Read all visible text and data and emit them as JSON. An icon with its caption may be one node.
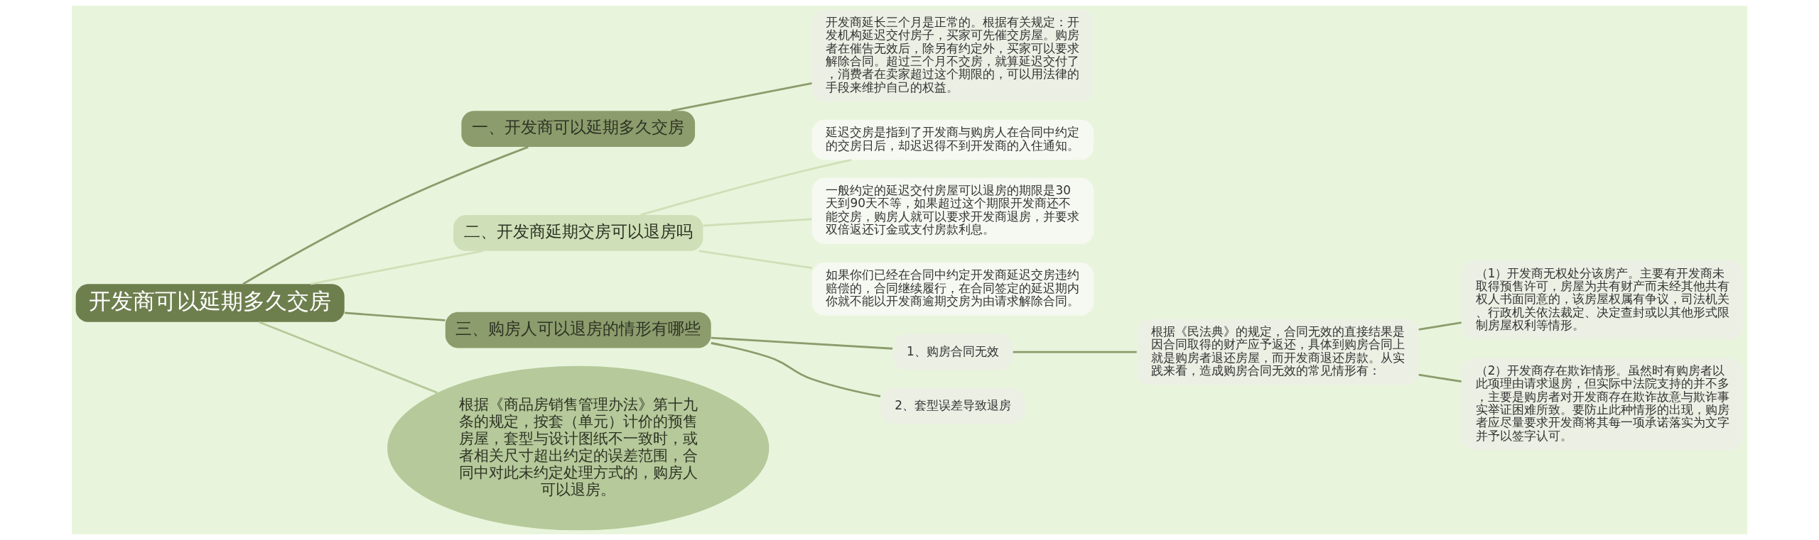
{
  "diagram": {
    "nodes": [
      {
        "text": [
          "开发商可以延期多久交房"
        ]
      },
      {
        "text": [
          "一、开发商可以延期多久交房"
        ]
      },
      {
        "text": [
          "开发商延长三个月是正常的。根据有关规定：开发机构延迟交付房子，买家可先催交房屋。购房者在催告无效后，除另有约定外，买家可以要求解除合同。超过三个月不交房，就算延迟交付了，消费者在卖家超过这个期限的，可以用法律的手段来维护自己的权益。"
        ]
      },
      {
        "text": [
          "二、开发商延期交房可以退房吗"
        ]
      },
      {
        "text": [
          "延迟交房是指到了开发商与购房人在合同中约定的交房日后，却迟迟得不到开发商的入住通知。"
        ]
      },
      {
        "text": [
          "一般约定的延迟交付房屋可以退房的期限是30天到90天不等，如果超过这个期限开发商还不能交房，购房人就可以要求开发商退房，并要求双倍返还订金或支付房款利息。"
        ]
      },
      {
        "text": [
          "如果你们已经在合同中约定开发商延迟交房违约赔偿的，合同继续履行，在合同签定的延迟期内你就不能以开发商逾期交房为由请求解除合同。"
        ]
      },
      {
        "text": [
          "三、购房人可以退房的情形有哪些"
        ]
      },
      {
        "text": [
          "1、购房合同无效"
        ]
      },
      {
        "text": [
          "根据《民法典》的规定，合同无效的直接结果是因合同取得的财产应予返还，具体到购房合同上就是购房者退还房屋，而开发商退还房款。从实践来看，造成购房合同无效的常见情形有："
        ]
      },
      {
        "text": [
          "（1）开发商无权处分该房产。主要有开发商未取得预售许可，房屋为共有财产而未经其他共有权人书面同意的，该房屋权属有争议，司法机关、行政机关依法裁定、决定查封或以其他形式限制房屋权利等情形。"
        ]
      },
      {
        "text": [
          "（2）开发商存在欺诈情形。虽然时有购房者以此项理由请求退房，但实际中法院支持的并不多，主要是购房者对开发商存在欺诈故意与欺诈事实举证困难所致。要防止此种情形的出现，购房者应尽量要求开发商将其每一项承诺落实为文字并予以签字认可。"
        ]
      },
      {
        "text": [
          "2、套型误差导致退房"
        ]
      },
      {
        "text": [
          "根据《商品房销售管理办法》第十九条的规定，按套（单元）计价的预售房屋，套型与设计图纸不一致时，或者相关尺寸超出约定的误差范围，合同中对此未约定处理方式的，购房人可以退房。"
        ]
      }
    ],
    "edges": [
      {
        "from": 0,
        "to": 1,
        "arrow": "none"
      },
      {
        "from": 1,
        "to": 2,
        "arrow": "none"
      },
      {
        "from": 0,
        "to": 3,
        "arrow": "none",
        "color": "#cfe0b8"
      },
      {
        "from": 3,
        "to": 4,
        "arrow": "none",
        "color": "#cfe0b8"
      },
      {
        "from": 3,
        "to": 5,
        "arrow": "none",
        "color": "#cfe0b8"
      },
      {
        "from": 3,
        "to": 6,
        "arrow": "none",
        "color": "#cfe0b8"
      },
      {
        "from": 0,
        "to": 7,
        "arrow": "none"
      },
      {
        "from": 7,
        "to": 8,
        "arrow": "none"
      },
      {
        "from": 8,
        "to": 9,
        "arrow": "none"
      },
      {
        "from": 9,
        "to": 10,
        "arrow": "none"
      },
      {
        "from": 9,
        "to": 11,
        "arrow": "none"
      },
      {
        "from": 7,
        "to": 12,
        "arrow": "none"
      },
      {
        "from": 0,
        "to": 13,
        "arrow": "none",
        "color": "#b5c99a"
      }
    ]
  }
}
